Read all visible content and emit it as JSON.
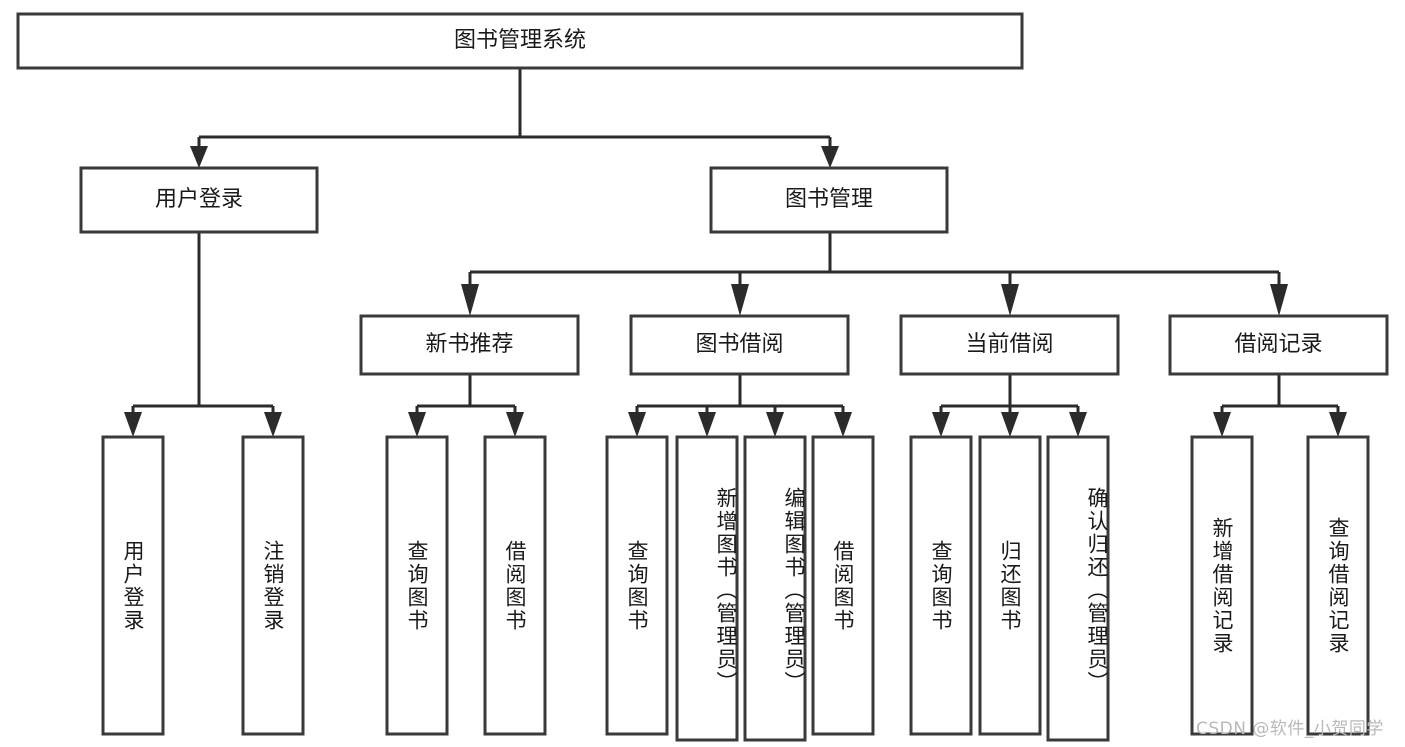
{
  "diagram": {
    "title": "图书管理系统",
    "type": "tree",
    "root": {
      "id": "root",
      "label": "图书管理系统"
    },
    "level2": [
      {
        "id": "user-login",
        "label": "用户登录"
      },
      {
        "id": "book-manage",
        "label": "图书管理"
      }
    ],
    "level3": [
      {
        "id": "new-book-recommend",
        "label": "新书推荐"
      },
      {
        "id": "book-borrow",
        "label": "图书借阅"
      },
      {
        "id": "current-borrow",
        "label": "当前借阅"
      },
      {
        "id": "borrow-record",
        "label": "借阅记录"
      }
    ],
    "leaves": {
      "user_login": [
        {
          "id": "leaf-user-login",
          "label": "用户登录"
        },
        {
          "id": "leaf-logout-login",
          "label": "注销登录"
        }
      ],
      "new_book_recommend": [
        {
          "id": "leaf-query-book-1",
          "label": "查询图书"
        },
        {
          "id": "leaf-borrow-book-1",
          "label": "借阅图书"
        }
      ],
      "book_borrow": [
        {
          "id": "leaf-query-book-2",
          "label": "查询图书"
        },
        {
          "id": "leaf-add-book",
          "label": "新增图书（管理员）"
        },
        {
          "id": "leaf-edit-book",
          "label": "编辑图书（管理员）"
        },
        {
          "id": "leaf-borrow-book-2",
          "label": "借阅图书"
        }
      ],
      "current_borrow": [
        {
          "id": "leaf-query-book-3",
          "label": "查询图书"
        },
        {
          "id": "leaf-return-book",
          "label": "归还图书"
        },
        {
          "id": "leaf-confirm-return",
          "label": "确认归还（管理员）"
        }
      ],
      "borrow_record": [
        {
          "id": "leaf-add-record",
          "label": "新增借阅记录"
        },
        {
          "id": "leaf-query-record",
          "label": "查询借阅记录"
        }
      ]
    }
  },
  "watermark": {
    "text": "CSDN @软件_小贺同学"
  },
  "colors": {
    "box_stroke": "#3a3a3a",
    "connector": "#2b2b2b",
    "box_fill": "#ffffff",
    "text": "#1a1a1a",
    "watermark": "#b9b9b9",
    "background": "#ffffff"
  }
}
